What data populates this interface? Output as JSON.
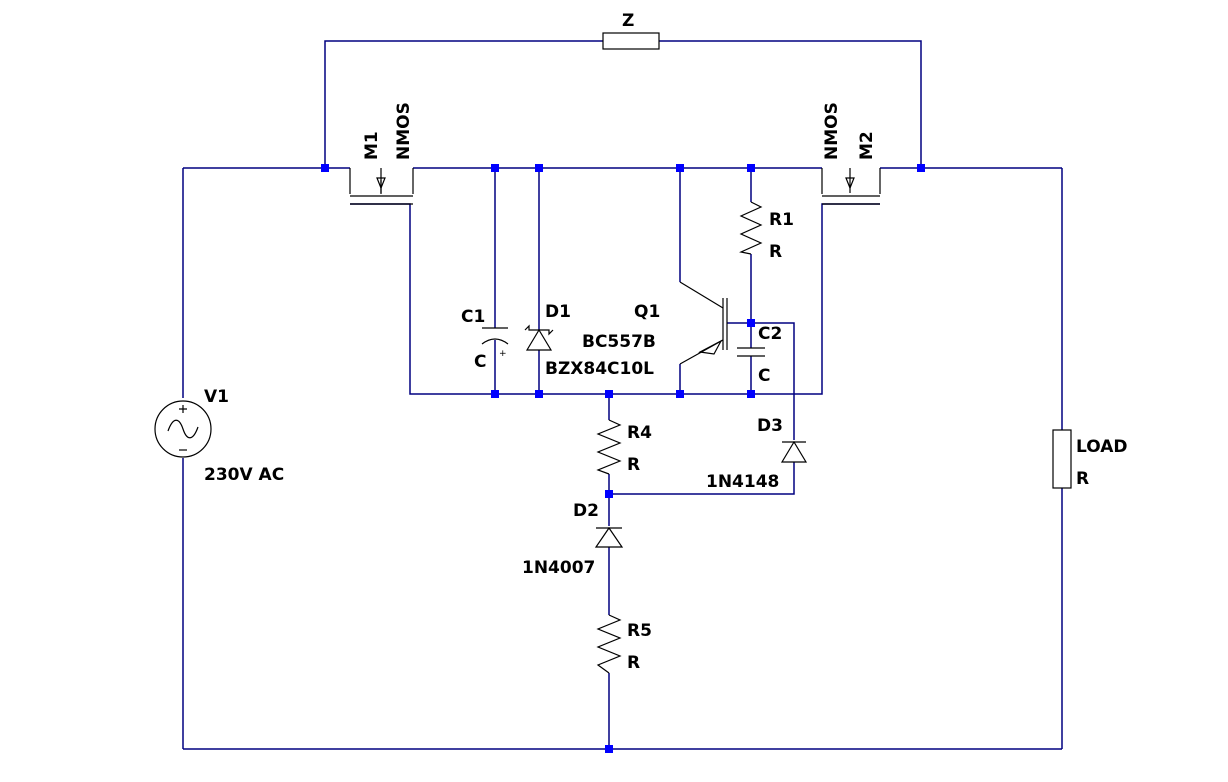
{
  "colors": {
    "wire": "#000080",
    "node": "#0000ff",
    "symbol": "#000000",
    "background": "#ffffff"
  },
  "labels": {
    "Z": "Z",
    "M1": "M1",
    "M1_type": "NMOS",
    "M2": "M2",
    "M2_type": "NMOS",
    "C1": "C1",
    "C1_val": "C",
    "D1": "D1",
    "D1_val": "BZX84C10L",
    "Q1": "Q1",
    "Q1_val": "BC557B",
    "R1": "R1",
    "R1_val": "R",
    "C2": "C2",
    "C2_val": "C",
    "D3": "D3",
    "D3_val": "1N4148",
    "R4": "R4",
    "R4_val": "R",
    "D2": "D2",
    "D2_val": "1N4007",
    "R5": "R5",
    "R5_val": "R",
    "V1": "V1",
    "V1_val": "230V AC",
    "LOAD": "LOAD",
    "LOAD_val": "R",
    "plus": "+"
  }
}
